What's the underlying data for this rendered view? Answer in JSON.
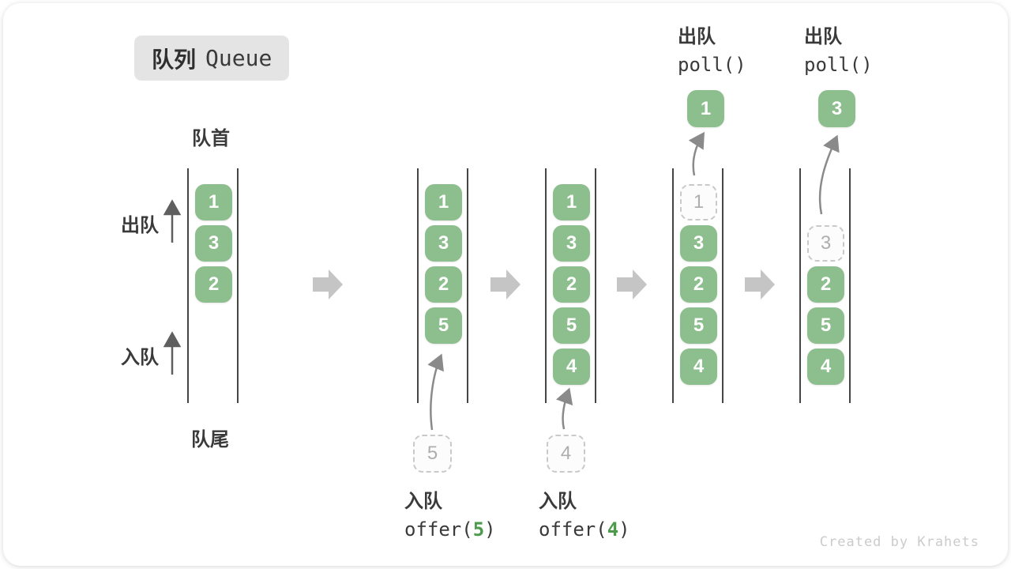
{
  "title": {
    "zh": "队列",
    "en": "Queue"
  },
  "labels": {
    "front": "队首",
    "rear": "队尾",
    "dequeue": "出队",
    "enqueue": "入队"
  },
  "states": [
    {
      "slots": [
        {
          "v": "1"
        },
        {
          "v": "3"
        },
        {
          "v": "2"
        }
      ]
    },
    {
      "slots": [
        {
          "v": "1"
        },
        {
          "v": "3"
        },
        {
          "v": "2"
        },
        {
          "v": "5"
        }
      ],
      "incoming": "5"
    },
    {
      "slots": [
        {
          "v": "1"
        },
        {
          "v": "3"
        },
        {
          "v": "2"
        },
        {
          "v": "5"
        },
        {
          "v": "4"
        }
      ],
      "incoming": "4"
    },
    {
      "slots": [
        {
          "v": "1",
          "dashed": true
        },
        {
          "v": "3"
        },
        {
          "v": "2"
        },
        {
          "v": "5"
        },
        {
          "v": "4"
        }
      ],
      "outgoing": "1"
    },
    {
      "slots": [
        {
          "v": "3",
          "dashed": true
        },
        {
          "v": "2"
        },
        {
          "v": "5"
        },
        {
          "v": "4"
        }
      ],
      "outgoing": "3"
    }
  ],
  "operations": {
    "offer5": {
      "label": "入队",
      "fn": "offer(",
      "arg": "5",
      "close": ")"
    },
    "offer4": {
      "label": "入队",
      "fn": "offer(",
      "arg": "4",
      "close": ")"
    },
    "poll1": {
      "label": "出队",
      "code": "poll()"
    },
    "poll2": {
      "label": "出队",
      "code": "poll()"
    }
  },
  "watermark": "Created by Krahets",
  "colors": {
    "block_green": "#8dbe8d",
    "accent_green": "#4d9a4d",
    "badge_bg": "#e4e4e4",
    "line_dark": "#454545",
    "transition_arrow_gray": "#c5c5c5",
    "curve_arrow_gray": "#8a8a8a",
    "dashed_border": "#c9c9c9"
  }
}
